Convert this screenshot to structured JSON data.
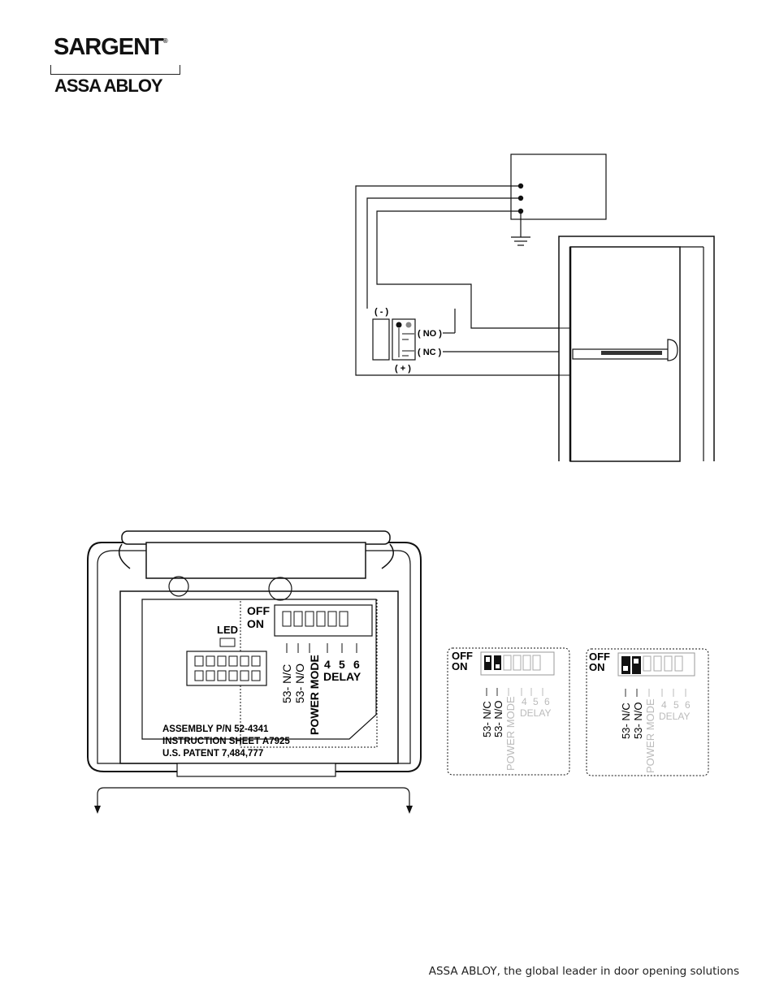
{
  "header": {
    "brand": "SARGENT",
    "registered_mark": "®",
    "parent_brand": "ASSA ABLOY"
  },
  "wiring_diagram": {
    "minus_label": "( - )",
    "plus_label": "( + )",
    "no_label": "( NO )",
    "nc_label": "( NC )"
  },
  "module": {
    "off_label": "OFF",
    "on_label": "ON",
    "led_label": "LED",
    "switch_labels": [
      "53- N/C",
      "53- N/O",
      "POWER MODE",
      "4",
      "5",
      "6"
    ],
    "delay_label": "DELAY",
    "assembly_text": "ASSEMBLY P/N 52-4341",
    "instruction_text": "INSTRUCTION SHEET A7925",
    "patent_text": "U.S. PATENT 7,484,777"
  },
  "dip_detail_left": {
    "off_label": "OFF",
    "on_label": "ON",
    "switch_labels": [
      "53- N/C",
      "53- N/O",
      "POWER MODE",
      "4",
      "5",
      "6"
    ],
    "delay_label": "DELAY"
  },
  "dip_detail_right": {
    "off_label": "OFF",
    "on_label": "ON",
    "switch_labels": [
      "53- N/C",
      "53- N/O",
      "POWER MODE",
      "4",
      "5",
      "6"
    ],
    "delay_label": "DELAY"
  },
  "footer": {
    "tagline": "ASSA ABLOY, the global leader in door opening solutions"
  }
}
